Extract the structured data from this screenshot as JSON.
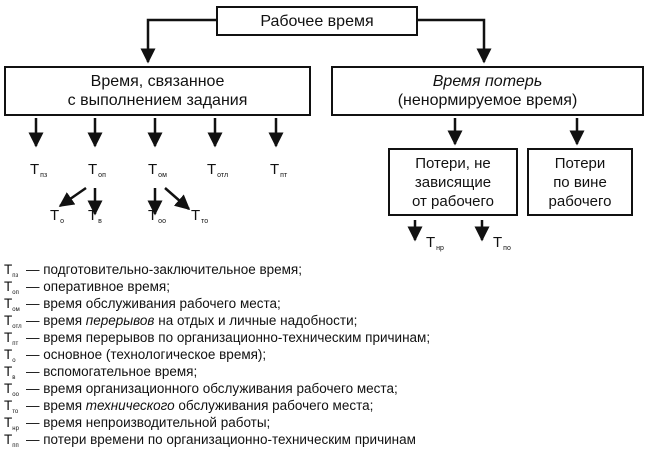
{
  "boxes": {
    "root": "Рабочее время",
    "left": "Время, связанное\nс выполнением задания",
    "right_line1": "Время потерь",
    "right_line2": "(ненормируемое время)",
    "loss_not_worker": "Потери, не\nзависящие\nот рабочего",
    "loss_worker": "Потери\nпо вине\nрабочего"
  },
  "symbols": {
    "t_pz": {
      "main": "T",
      "sub": "пз"
    },
    "t_op": {
      "main": "T",
      "sub": "оп"
    },
    "t_om": {
      "main": "T",
      "sub": "ом"
    },
    "t_otl": {
      "main": "T",
      "sub": "отл"
    },
    "t_pt": {
      "main": "T",
      "sub": "пт"
    },
    "t_o": {
      "main": "T",
      "sub": "о"
    },
    "t_v": {
      "main": "T",
      "sub": "в"
    },
    "t_oo": {
      "main": "T",
      "sub": "оо"
    },
    "t_to": {
      "main": "T",
      "sub": "то"
    },
    "t_nr": {
      "main": "T",
      "sub": "нр"
    },
    "t_po": {
      "main": "T",
      "sub": "по"
    }
  },
  "legend": [
    {
      "sym": "T",
      "sub": "пз",
      "pre": "— подготовительно-заключительное время;",
      "em": "",
      "post": ""
    },
    {
      "sym": "T",
      "sub": "оп",
      "pre": "— оперативное время;",
      "em": "",
      "post": ""
    },
    {
      "sym": "T",
      "sub": "ом",
      "pre": "— время обслуживания рабочего места;",
      "em": "",
      "post": ""
    },
    {
      "sym": "T",
      "sub": "отл",
      "pre": "— время ",
      "em": "перерывов",
      "post": " на отдых и личные надобности;"
    },
    {
      "sym": "T",
      "sub": "пт",
      "pre": "— время перерывов по организационно-техническим причинам;",
      "em": "",
      "post": ""
    },
    {
      "sym": "T",
      "sub": "о",
      "pre": "— основное (технологическое время);",
      "em": "",
      "post": ""
    },
    {
      "sym": "T",
      "sub": "в",
      "pre": "— вспомогательное время;",
      "em": "",
      "post": ""
    },
    {
      "sym": "T",
      "sub": "оо",
      "pre": "— время организационного обслуживания рабочего места;",
      "em": "",
      "post": ""
    },
    {
      "sym": "T",
      "sub": "то",
      "pre": "— время ",
      "em": "технического",
      "post": " обслуживания рабочего места;"
    },
    {
      "sym": "T",
      "sub": "нр",
      "pre": "— время непроизводительной работы;",
      "em": "",
      "post": ""
    },
    {
      "sym": "T",
      "sub": "пп",
      "pre": "— потери времени по организационно-техническим причинам",
      "em": "",
      "post": ""
    }
  ]
}
